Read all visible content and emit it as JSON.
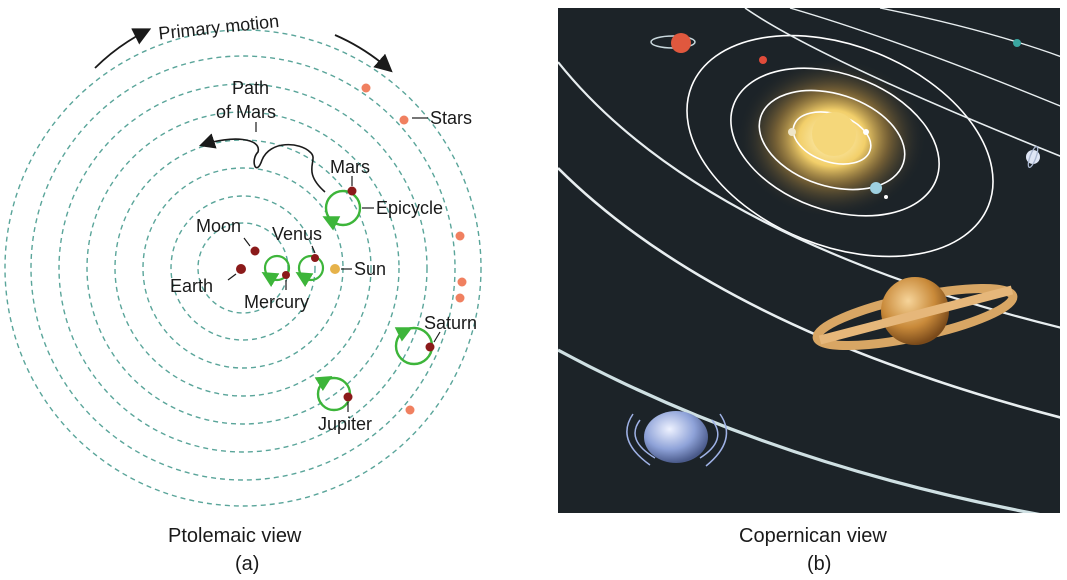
{
  "panel_a": {
    "caption": "Ptolemaic view",
    "sublabel": "(a)",
    "primary_motion": "Primary motion",
    "path_of_mars_line1": "Path",
    "path_of_mars_line2": "of Mars",
    "labels": {
      "stars": "Stars",
      "mars": "Mars",
      "epicycle": "Epicycle",
      "moon": "Moon",
      "venus": "Venus",
      "sun": "Sun",
      "earth": "Earth",
      "mercury": "Mercury",
      "saturn": "Saturn",
      "jupiter": "Jupiter"
    }
  },
  "panel_b": {
    "caption": "Copernican view",
    "sublabel": "(b)"
  },
  "colors": {
    "orbit": "#5aa59a",
    "epicycle": "#3db53a",
    "planet": "#8b1a1a",
    "star": "#f08060",
    "sun_a": "#e6b24a",
    "space": "#1c2328",
    "orbit_b": "#ffffff",
    "saturn": "#d1924a",
    "uranus": "#9fb2e6"
  }
}
